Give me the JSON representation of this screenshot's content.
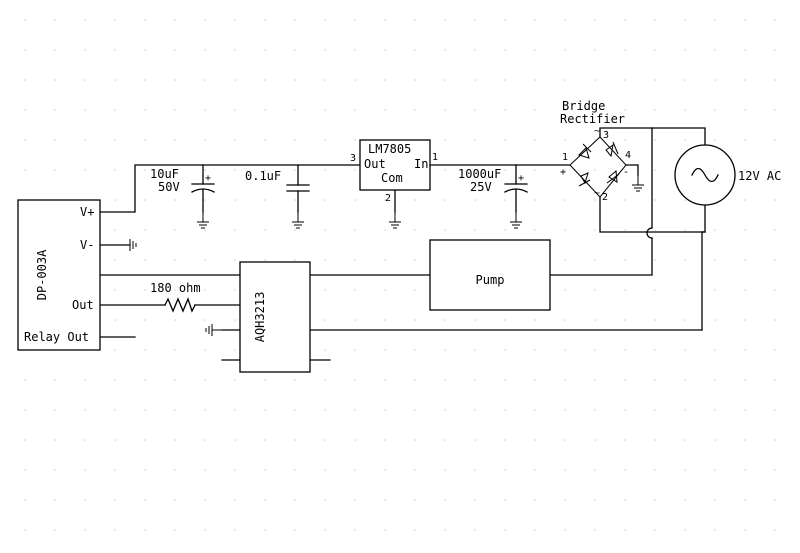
{
  "components": {
    "sensor": {
      "name": "DP-003A",
      "pins": [
        "V+",
        "V-",
        "Out",
        "Relay Out"
      ]
    },
    "regulator": {
      "name": "LM7805",
      "pin_out": "Out",
      "pin_in": "In",
      "pin_com": "Com",
      "num_out": "3",
      "num_in": "1",
      "num_com": "2"
    },
    "cap1": {
      "value": "10uF",
      "voltage": "50V"
    },
    "cap2": {
      "value": "0.1uF"
    },
    "cap3": {
      "value": "1000uF",
      "voltage": "25V"
    },
    "rectifier": {
      "line1": "Bridge",
      "line2": "Rectifier",
      "pin1": "1",
      "pin2": "2",
      "pin3": "3",
      "pin4": "4"
    },
    "ac_source": {
      "label": "12V AC"
    },
    "resistor": {
      "label": "180 ohm"
    },
    "relay": {
      "name": "AQH3213"
    },
    "pump": {
      "label": "Pump"
    }
  },
  "colors": {
    "wire": "#000000",
    "grid_dot": "#cfcfcf",
    "background": "#ffffff"
  }
}
